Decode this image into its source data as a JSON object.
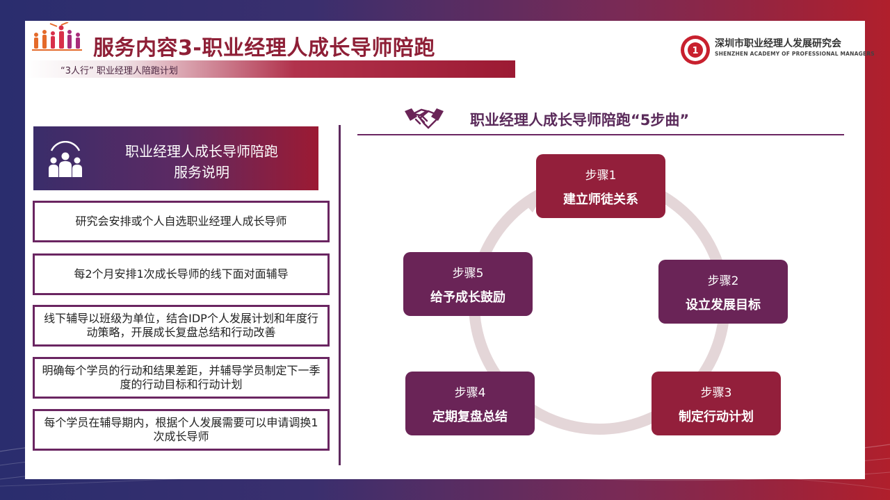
{
  "header": {
    "title": "服务内容3-职业经理人成长导师陪跑",
    "subtitle": "“3人行” 职业经理人陪跑计划"
  },
  "org": {
    "name_cn": "深圳市职业经理人发展研究会",
    "name_en": "SHENZHEN ACADEMY OF PROFESSIONAL MANAGERS"
  },
  "left": {
    "header_line1": "职业经理人成长导师陪跑",
    "header_line2": "服务说明",
    "items": [
      "研究会安排或个人自选职业经理人成长导师",
      "每2个月安排1次成长导师的线下面对面辅导",
      "线下辅导以班级为单位，结合IDP个人发展计划和年度行动策略，开展成长复盘总结和行动改善",
      "明确每个学员的行动和结果差距，并辅导学员制定下一季度的行动目标和行动计划",
      "每个学员在辅导期内，根据个人发展需要可以申请调换1次成长导师"
    ]
  },
  "right": {
    "title": "职业经理人成长导师陪跑“5步曲”",
    "steps": [
      {
        "label": "步骤1",
        "text": "建立师徒关系"
      },
      {
        "label": "步骤2",
        "text": "设立发展目标"
      },
      {
        "label": "步骤3",
        "text": "制定行动计划"
      },
      {
        "label": "步骤4",
        "text": "定期复盘总结"
      },
      {
        "label": "步骤5",
        "text": "给予成长鼓励"
      }
    ]
  },
  "colors": {
    "accent_red": "#931f3b",
    "accent_purple": "#6a2457",
    "title_red": "#8e1f36"
  }
}
